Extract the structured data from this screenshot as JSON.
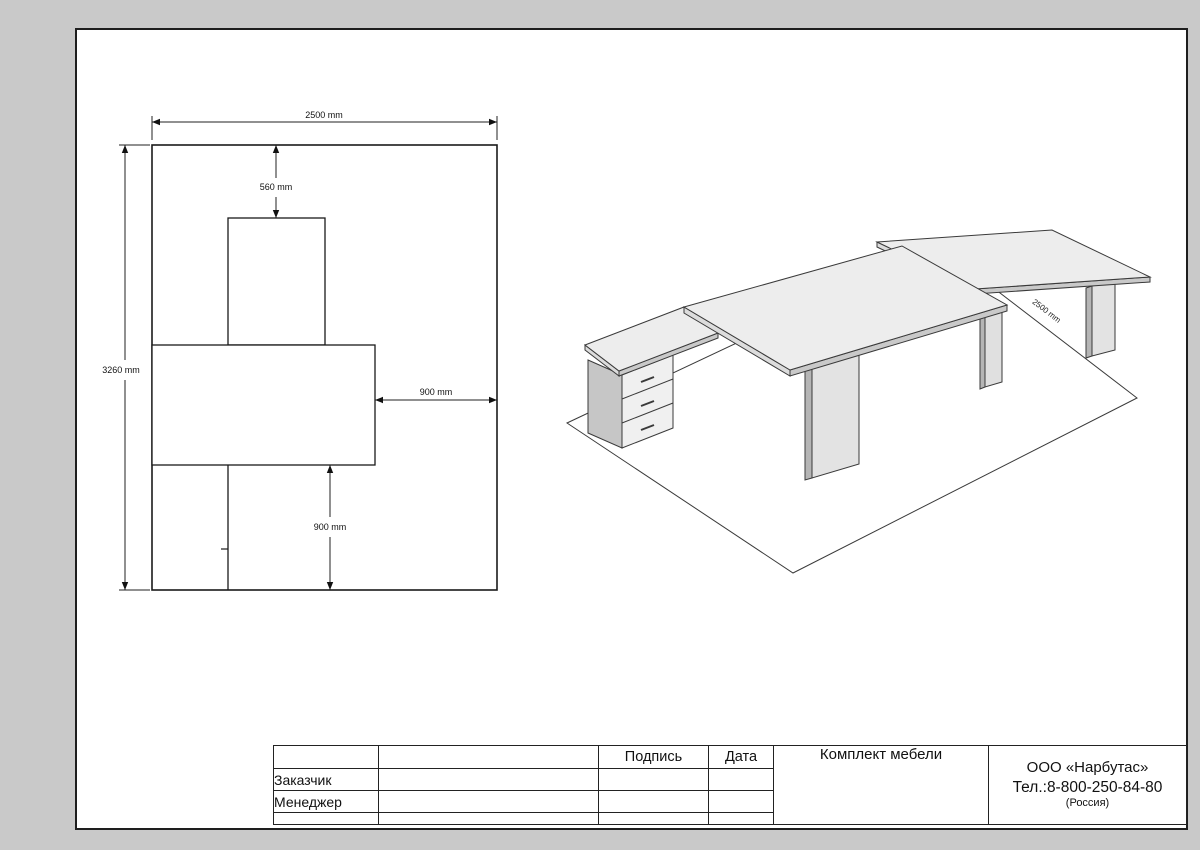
{
  "plan_view": {
    "dim_total_width": "2500 mm",
    "dim_return_depth": "560 mm",
    "dim_total_height": "3260 mm",
    "dim_desk_clearance": "900 mm",
    "dim_bottom_clearance": "900 mm"
  },
  "iso_view": {
    "dim_floor_edge": "2500 mm"
  },
  "title_block": {
    "header": {
      "signature": "Подпись",
      "date": "Дата"
    },
    "rows": {
      "customer": "Заказчик",
      "manager": "Менеджер"
    },
    "project_title": "Комплект мебели",
    "company": {
      "name": "ООО «Нарбутас»",
      "phone": "Тел.:8-800-250-84-80",
      "country": "(Россия)"
    }
  }
}
